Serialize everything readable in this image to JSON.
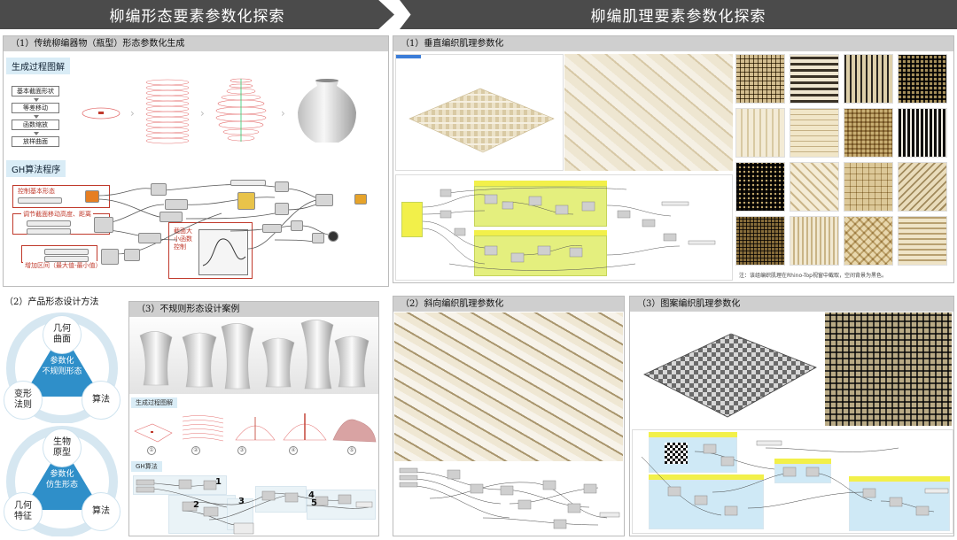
{
  "banners": {
    "left": "柳编形态要素参数化探索",
    "right": "柳编肌理要素参数化探索"
  },
  "panel1": {
    "title": "（1）传统柳编器物（瓶型）形态参数化生成",
    "process_tag": "生成过程图解",
    "steps": [
      "基本截面形状",
      "等差移动",
      "函数缩放",
      "放样曲面"
    ],
    "gh_tag": "GH算法程序",
    "gh_labels": [
      "控制基本形态",
      "调节截面移动高度、距离",
      "增加区间（最大值-最小值）",
      "截面大小函数控制"
    ]
  },
  "panel2": {
    "title": "（2）产品形态设计方法",
    "ring1": {
      "top": "几何\n曲面",
      "left": "变形\n法则",
      "right": "算法",
      "center": "参数化\n不规则形态"
    },
    "ring2": {
      "top": "生物\n原型",
      "left": "几何\n特征",
      "right": "算法",
      "center": "参数化\n仿生形态"
    }
  },
  "panel3": {
    "title": "（3）不规则形态设计案例",
    "process_tag": "生成过程图解",
    "gh_tag": "GH算法",
    "circled": [
      "①",
      "②",
      "③",
      "④",
      "⑤"
    ],
    "numbers": [
      "1",
      "2",
      "3",
      "4",
      "5"
    ]
  },
  "panel4": {
    "title": "（1）垂直编织肌理参数化",
    "note": "注：该组编织肌理在Rhino-Top视窗中截取，空间背景为黑色。"
  },
  "panel5": {
    "title": "（2）斜向编织肌理参数化"
  },
  "panel6": {
    "title": "（3）图案编织肌理参数化"
  },
  "colors": {
    "banner": "#4b4b4b",
    "header": "#cfcfcf",
    "tag": "#d9ecf6",
    "accent": "#2f8fc9",
    "red": "#c0392b",
    "rattan": "#e8dcc0"
  }
}
